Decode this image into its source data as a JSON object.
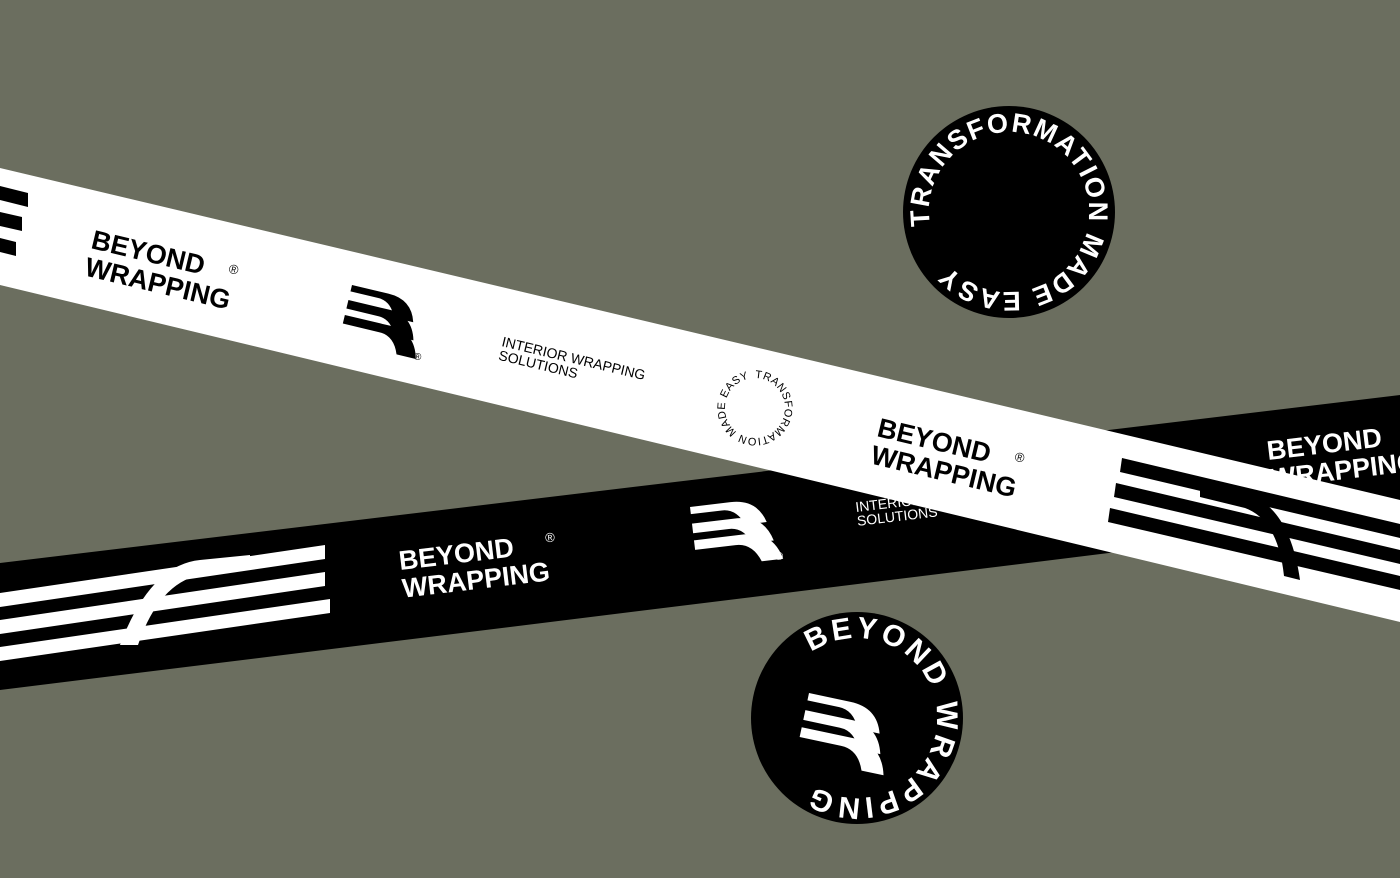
{
  "colors": {
    "background": "#6b6e5f",
    "ink": "#000000",
    "paper": "#ffffff"
  },
  "brand": {
    "name_line1": "BEYOND",
    "name_line2": "WRAPPING",
    "registered": "®",
    "tagline_line1": "INTERIOR WRAPPING",
    "tagline_line2": "SOLUTIONS",
    "tagline_short": "INTERIOR",
    "tagline_short2": "SOLUTIONS",
    "circle_slogan": "TRANSFORMATION MADE EASY",
    "badge_text": "BEYOND WRAPPING"
  }
}
